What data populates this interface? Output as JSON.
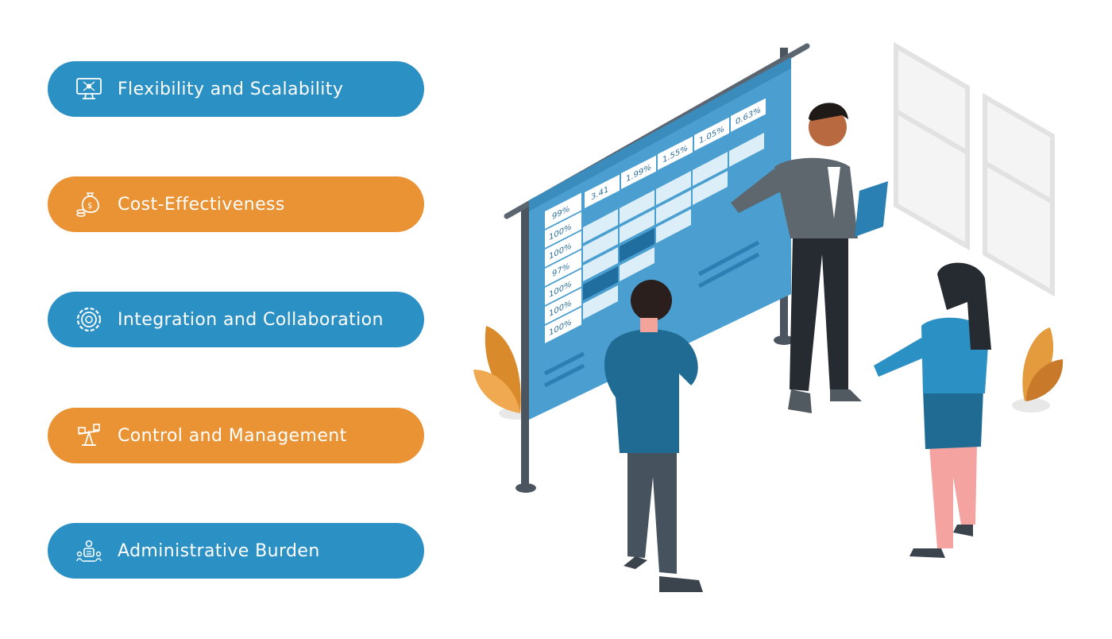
{
  "colors": {
    "blue": "#2b90c3",
    "orange": "#ea9335"
  },
  "items": [
    {
      "label": "Flexibility and Scalability",
      "icon": "monitor-network-icon",
      "color": "blue"
    },
    {
      "label": "Cost-Effectiveness",
      "icon": "money-bag-icon",
      "color": "orange"
    },
    {
      "label": "Integration and Collaboration",
      "icon": "gear-circle-icon",
      "color": "blue"
    },
    {
      "label": "Control and Management",
      "icon": "balance-scale-icon",
      "color": "orange"
    },
    {
      "label": "Administrative Burden",
      "icon": "admin-team-icon",
      "color": "blue"
    }
  ],
  "board": {
    "header_values": [
      "3.41",
      "1.99%",
      "1.55%",
      "1.05%",
      "0.63%"
    ],
    "row_values": [
      "99%",
      "100%",
      "100%",
      "97%",
      "100%",
      "100%",
      "100%"
    ]
  }
}
